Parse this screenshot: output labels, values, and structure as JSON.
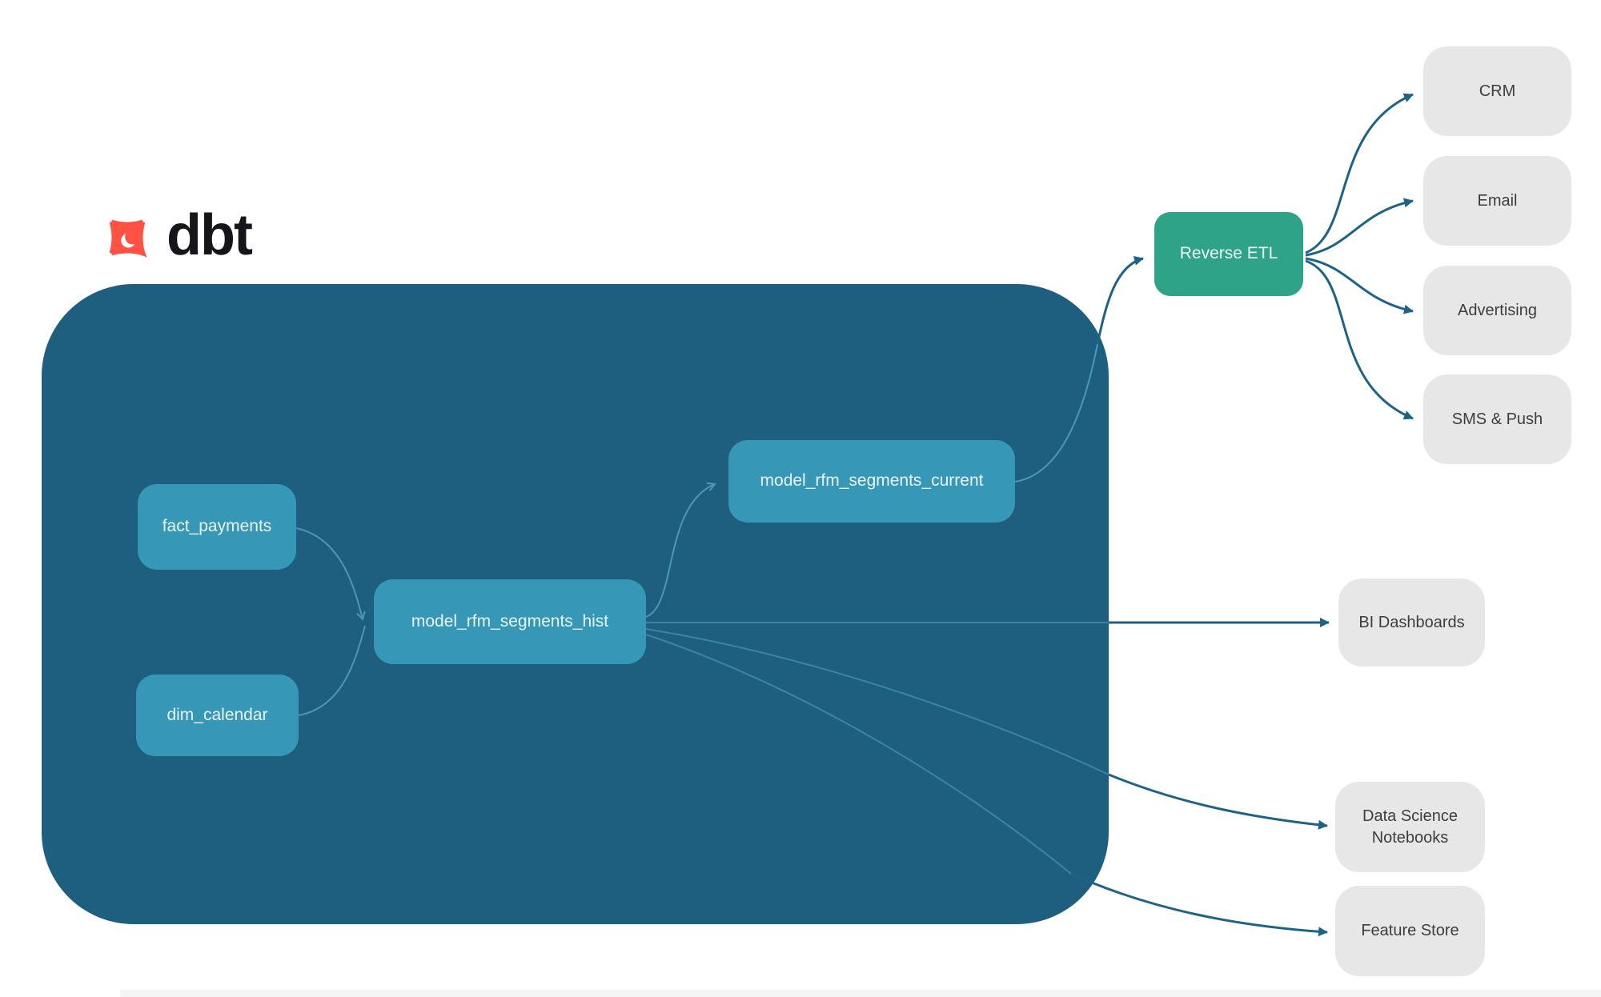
{
  "logo": {
    "brand": "dbt"
  },
  "nodes": {
    "fact_payments": {
      "label": "fact_payments"
    },
    "dim_calendar": {
      "label": "dim_calendar"
    },
    "model_rfm_segments_hist": {
      "label": "model_rfm_segments_hist"
    },
    "model_rfm_segments_current": {
      "label": "model_rfm_segments_current"
    },
    "reverse_etl": {
      "label": "Reverse ETL"
    },
    "crm": {
      "label": "CRM"
    },
    "email": {
      "label": "Email"
    },
    "advertising": {
      "label": "Advertising"
    },
    "sms_push": {
      "label": "SMS & Push"
    },
    "bi_dashboards": {
      "label": "BI Dashboards"
    },
    "data_science_notebooks": {
      "label": "Data Science Notebooks"
    },
    "feature_store": {
      "label": "Feature Store"
    }
  },
  "edges": [
    {
      "from": "fact_payments",
      "to": "model_rfm_segments_hist"
    },
    {
      "from": "dim_calendar",
      "to": "model_rfm_segments_hist"
    },
    {
      "from": "model_rfm_segments_hist",
      "to": "model_rfm_segments_current"
    },
    {
      "from": "model_rfm_segments_current",
      "to": "reverse_etl"
    },
    {
      "from": "reverse_etl",
      "to": "crm"
    },
    {
      "from": "reverse_etl",
      "to": "email"
    },
    {
      "from": "reverse_etl",
      "to": "advertising"
    },
    {
      "from": "reverse_etl",
      "to": "sms_push"
    },
    {
      "from": "model_rfm_segments_hist",
      "to": "bi_dashboards"
    },
    {
      "from": "model_rfm_segments_hist",
      "to": "data_science_notebooks"
    },
    {
      "from": "model_rfm_segments_hist",
      "to": "feature_store"
    }
  ],
  "colors": {
    "warehouse_container": "#1e5f80",
    "model_node": "#3697b6",
    "model_node_text": "#eaf5f9",
    "reverse_etl_node": "#2ea388",
    "destination_node": "#e7e7e7",
    "destination_text": "#3d3d3d",
    "edge_outside": "#1d6287",
    "edge_inside": "#4d97b4",
    "logo_orange": "#ff5242",
    "logo_text": "#16151a"
  }
}
